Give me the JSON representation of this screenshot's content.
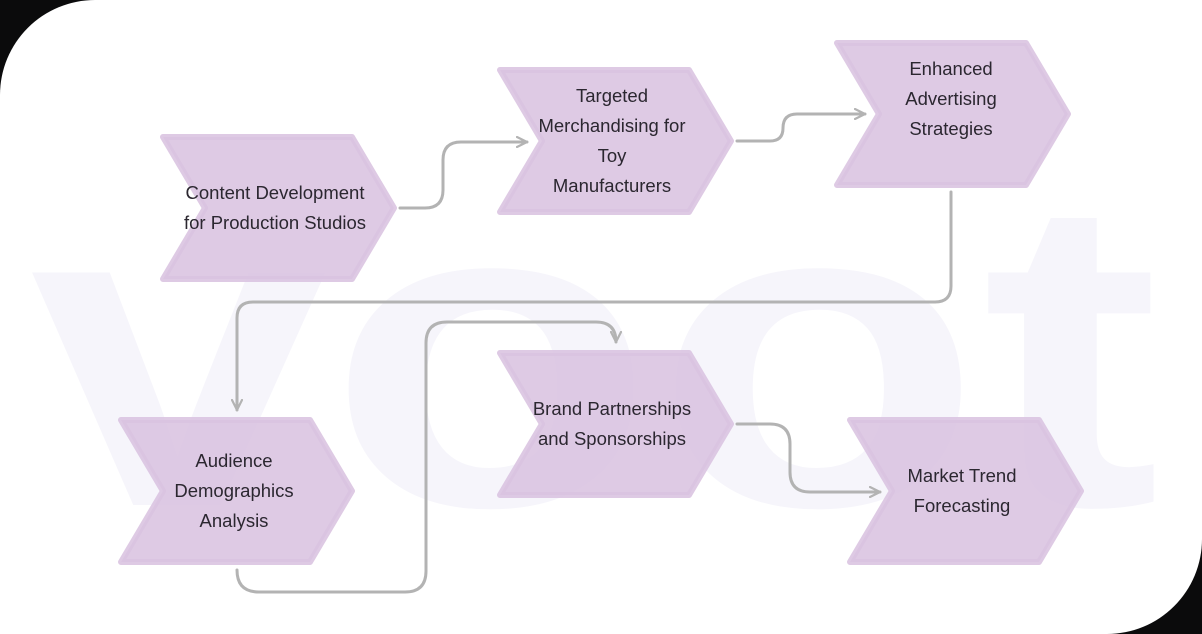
{
  "diagram": {
    "type": "process-flow",
    "watermark": "voot",
    "colors": {
      "node_fill": "#d9c3e0",
      "connector": "#b3b3b3",
      "text": "#2b2730",
      "watermark": "#f6f5fb",
      "frame": "#0b0b0c",
      "background": "#ffffff"
    },
    "nodes": [
      {
        "id": "n1",
        "label": "Content Development for Production Studios"
      },
      {
        "id": "n2",
        "label": "Targeted Merchandising for Toy Manufacturers"
      },
      {
        "id": "n3",
        "label": "Enhanced Advertising Strategies"
      },
      {
        "id": "n4",
        "label": "Audience Demographics Analysis"
      },
      {
        "id": "n5",
        "label": "Brand Partnerships and Sponsorships"
      },
      {
        "id": "n6",
        "label": "Market Trend Forecasting"
      }
    ],
    "edges": [
      {
        "from": "n1",
        "to": "n2"
      },
      {
        "from": "n2",
        "to": "n3"
      },
      {
        "from": "n3",
        "to": "n4"
      },
      {
        "from": "n4",
        "to": "n5"
      },
      {
        "from": "n5",
        "to": "n6"
      }
    ]
  }
}
